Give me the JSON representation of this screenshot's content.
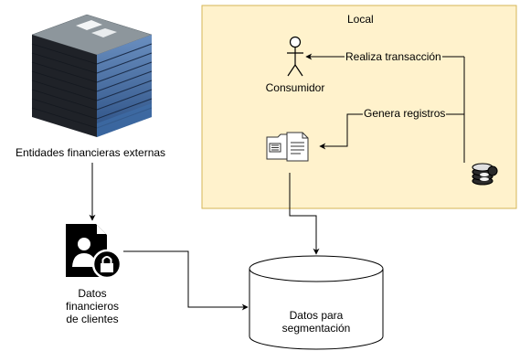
{
  "region": {
    "label": "Local",
    "fill": "#fff2cc",
    "stroke": "#d6b656"
  },
  "nodes": {
    "external": {
      "label": "Entidades financieras externas",
      "icon": "office-building-icon"
    },
    "consumer": {
      "label": "Consumidor",
      "icon": "stick-figure-actor-icon"
    },
    "records": {
      "icon": "documents-folder-icon"
    },
    "money": {
      "icon": "coin-stack-icon"
    },
    "client_data": {
      "label_lines": [
        "Datos",
        "financieros",
        "de clientes"
      ],
      "icon": "user-document-lock-icon"
    },
    "segmentation_db": {
      "label_lines": [
        "Datos para",
        "segmentación"
      ],
      "icon": "database-cylinder-icon"
    }
  },
  "edges": {
    "realiza": {
      "label": "Realiza transacción"
    },
    "genera": {
      "label": "Genera registros"
    }
  }
}
